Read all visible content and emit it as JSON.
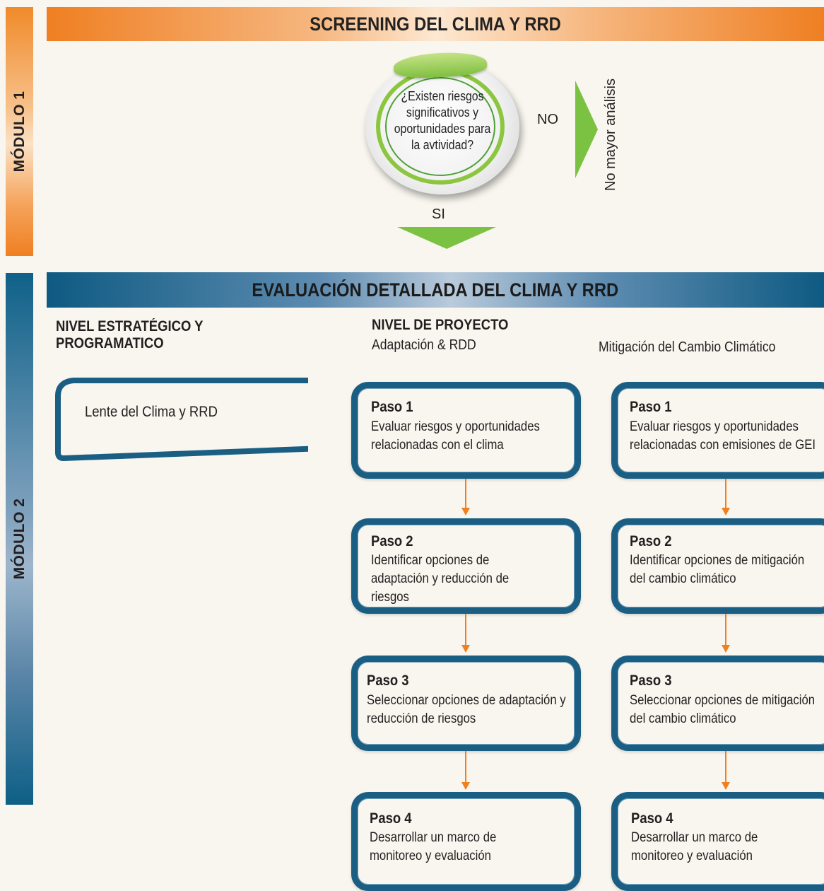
{
  "module1": {
    "side_label": "MÓDULO 1",
    "banner": "SCREENING DEL CLIMA Y RRD",
    "question": "¿Existen riesgos significativos y oportunidades para la avtividad?",
    "no_label": "NO",
    "no_outcome": "No mayor análisis",
    "si_label": "SI"
  },
  "module2": {
    "side_label": "MÓDULO 2",
    "banner": "EVALUACIÓN DETALLADA DEL CLIMA Y RRD",
    "strategic": {
      "heading": "NIVEL ESTRATÉGICO Y PROGRAMATICO",
      "lens": "Lente del Clima y RRD"
    },
    "project": {
      "heading": "NIVEL DE PROYECTO",
      "adaptation_title": "Adaptación & RDD",
      "mitigation_title": "Mitigación del Cambio Climático",
      "adaptation_steps": [
        {
          "title": "Paso 1",
          "text": "Evaluar riesgos y oportunidades relacionadas con el clima"
        },
        {
          "title": "Paso 2",
          "text": "Identificar opciones de adaptación y reducción de riesgos"
        },
        {
          "title": "Paso 3",
          "text": "Seleccionar opciones  de adaptación y reducción de riesgos"
        },
        {
          "title": "Paso 4",
          "text": "Desarrollar un marco de monitoreo y evaluación"
        }
      ],
      "mitigation_steps": [
        {
          "title": "Paso 1",
          "text": "Evaluar riesgos y oportunidades relacionadas con emisiones de GEI"
        },
        {
          "title": "Paso 2",
          "text": "Identificar opciones de mitigación del cambio climático"
        },
        {
          "title": "Paso 3",
          "text": "Seleccionar opciones  de mitigación del cambio climático"
        },
        {
          "title": "Paso 4",
          "text": "Desarrollar un marco de monitoreo y evaluación"
        }
      ]
    }
  },
  "colors": {
    "orange": "#ef7f22",
    "blue": "#1a5f83",
    "green": "#7cc242",
    "arrow": "#f0801f"
  }
}
